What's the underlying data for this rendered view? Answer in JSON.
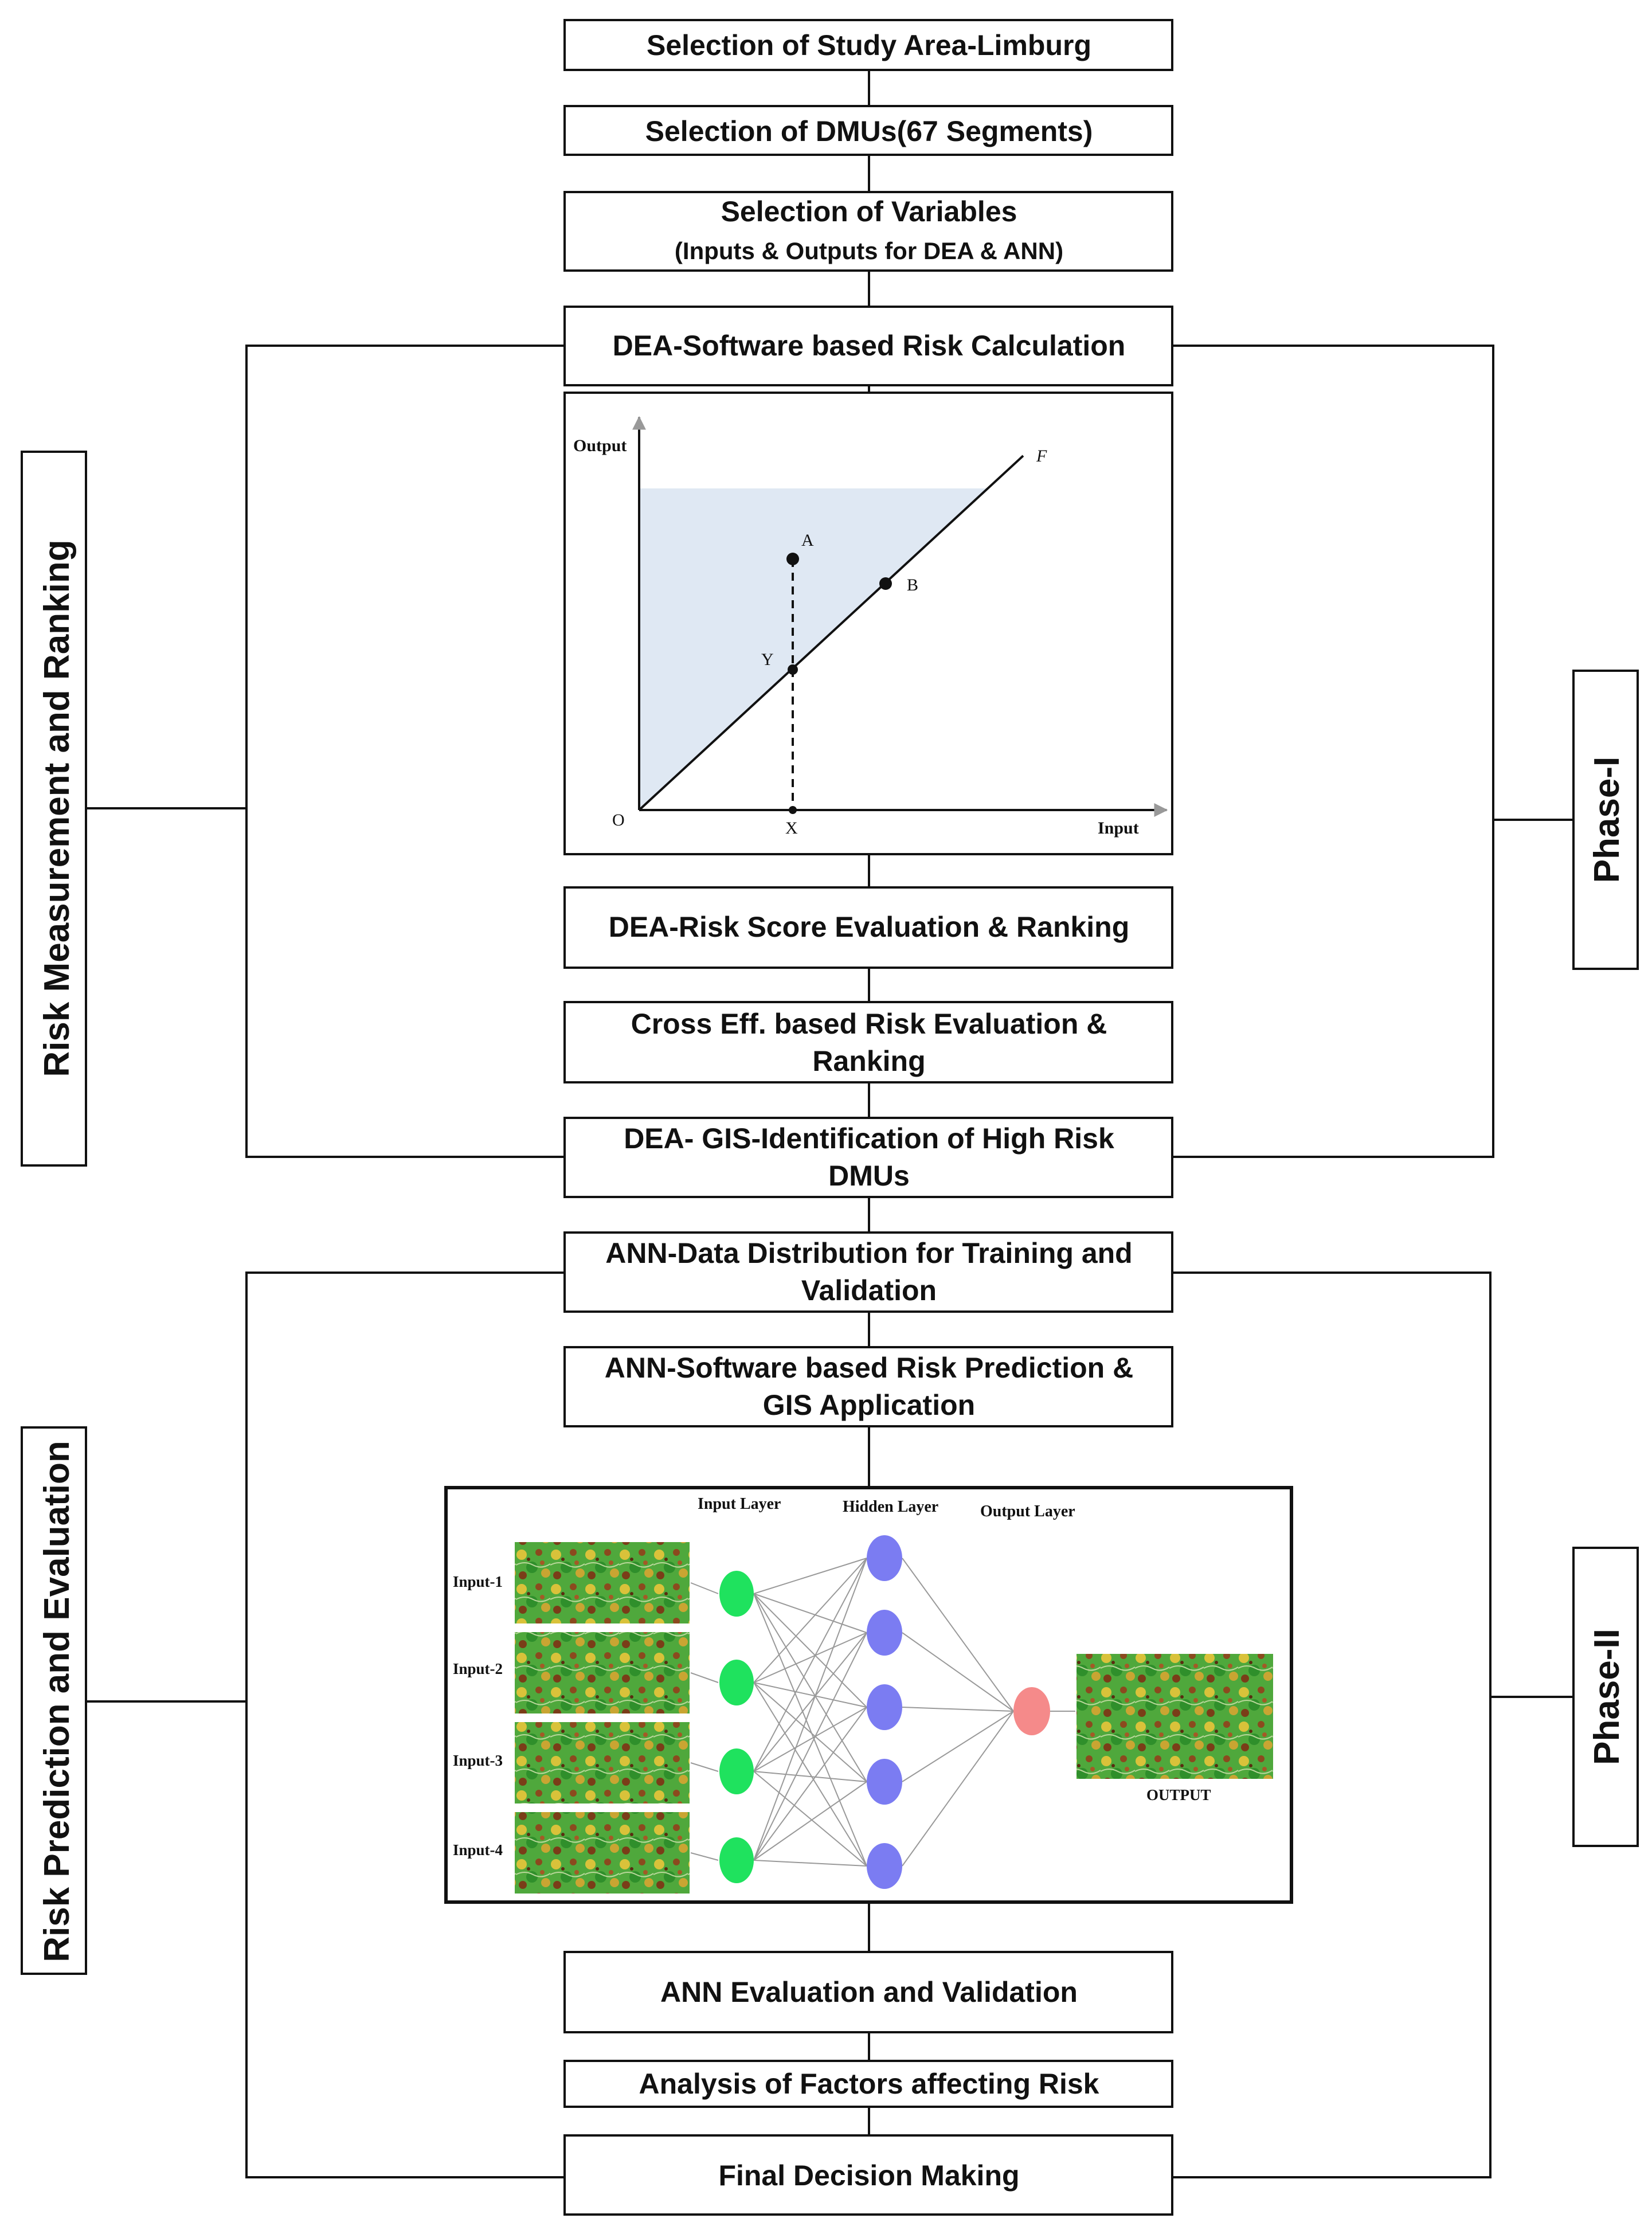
{
  "steps": {
    "study_area": "Selection of Study Area-Limburg",
    "dmus": "Selection of DMUs(67 Segments)",
    "variables_line1": "Selection of Variables",
    "variables_line2": "(Inputs & Outputs for DEA & ANN)",
    "dea_software": "DEA-Software based Risk Calculation",
    "dea_score": "DEA-Risk Score Evaluation & Ranking",
    "cross_eff_line1": "Cross Eff. based Risk Evaluation &",
    "cross_eff_line2": "Ranking",
    "dea_gis_line1": "DEA- GIS-Identification of High Risk",
    "dea_gis_line2": "DMUs",
    "ann_data_line1": "ANN-Data Distribution for Training and",
    "ann_data_line2": "Validation",
    "ann_software_line1": "ANN-Software based Risk Prediction &",
    "ann_software_line2": "GIS Application",
    "ann_eval": "ANN Evaluation and Validation",
    "factors": "Analysis of Factors affecting Risk",
    "final": "Final Decision Making"
  },
  "side_labels": {
    "risk_measurement": "Risk Measurement and Ranking",
    "risk_prediction": "Risk Prediction and Evaluation",
    "phase1": "Phase-I",
    "phase2": "Phase-II"
  },
  "dea_plot": {
    "y_axis": "Output",
    "x_axis": "Input",
    "origin": "O",
    "frontier": "F",
    "point_a": "A",
    "point_b": "B",
    "point_y": "Y",
    "point_x": "X",
    "colors": {
      "feasible_region": "#dfe8f3",
      "line": "#111111"
    }
  },
  "ann": {
    "input_layer": "Input Layer",
    "hidden_layer": "Hidden Layer",
    "output_layer": "Output Layer",
    "inputs": [
      "Input-1",
      "Input-2",
      "Input-3",
      "Input-4"
    ],
    "output": "OUTPUT",
    "colors": {
      "input_node": "#1fe25e",
      "hidden_node": "#7b7cf2",
      "output_node": "#f58a8a",
      "map_green": "#3aa035",
      "map_brown": "#8b4a1e",
      "map_yellow": "#d8c43a"
    }
  }
}
